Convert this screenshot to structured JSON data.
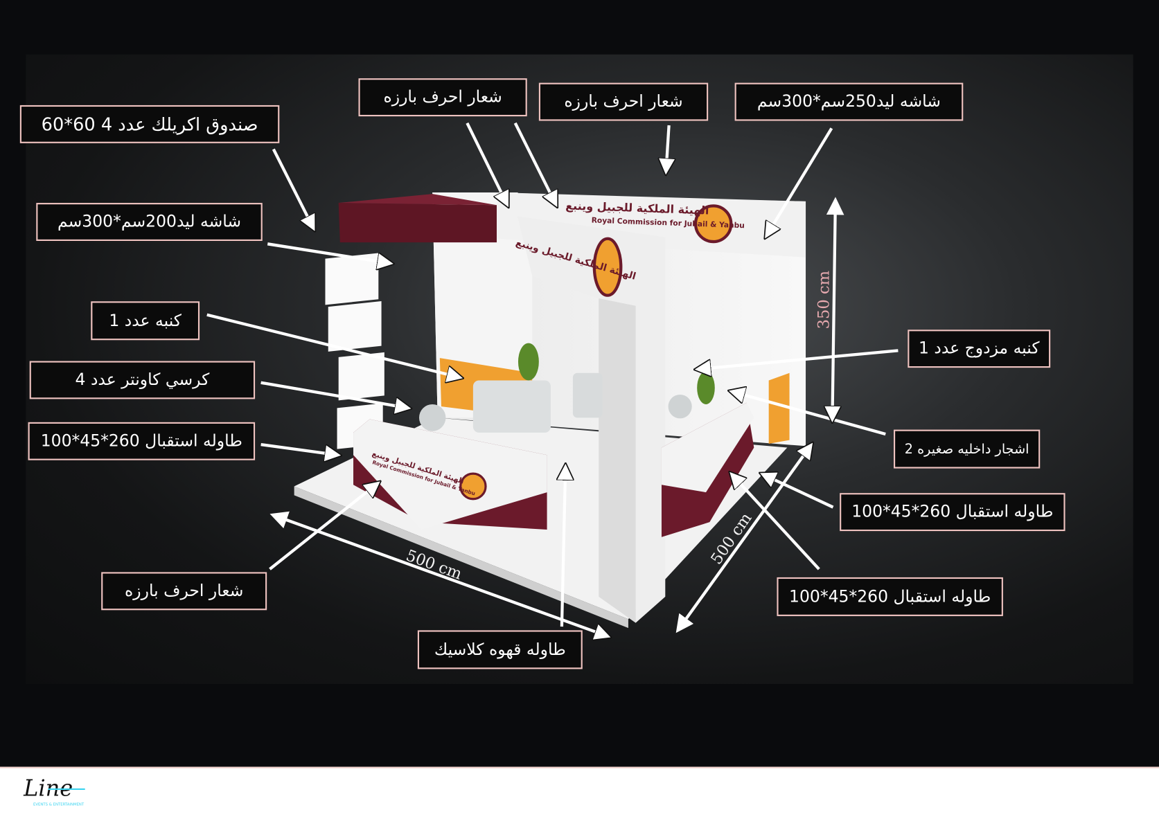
{
  "labels": {
    "acrylic_box": "صندوق اكريلك عدد 4 60*60",
    "raised_logo_1": "شعار احرف بارزه",
    "raised_logo_2": "شعار احرف بارزه",
    "led_screen_250": "شاشه ليد250سم*300سم",
    "led_screen_200": "شاشه ليد200سم*300سم",
    "sofa_single": "كنبه عدد 1",
    "counter_chairs": "كرسي كاونتر عدد 4",
    "reception_left": "طاوله استقبال 260*45*100",
    "sofa_double": "كنبه مزدوج عدد 1",
    "indoor_plants": "اشجار داخليه صغيره 2",
    "reception_right_1": "طاوله استقبال 260*45*100",
    "reception_right_2": "طاوله استقبال 260*45*100",
    "raised_logo_3": "شعار احرف بارزه",
    "coffee_table": "طاوله قهوه كلاسيك"
  },
  "dimensions": {
    "width": "500 cm",
    "depth": "500 cm",
    "height": "350 cm"
  },
  "signage": {
    "arabic": "الهيئة الملكية للجبيل وينبع",
    "english": "Royal Commission for Jubail & Yanbu"
  },
  "brand": {
    "logo": "Line",
    "tagline": "EVENTS & ENTERTAINMENT"
  },
  "colors": {
    "maroon": "#6b1a2b",
    "orange": "#f0a030",
    "label_border": "#efc3c0"
  }
}
